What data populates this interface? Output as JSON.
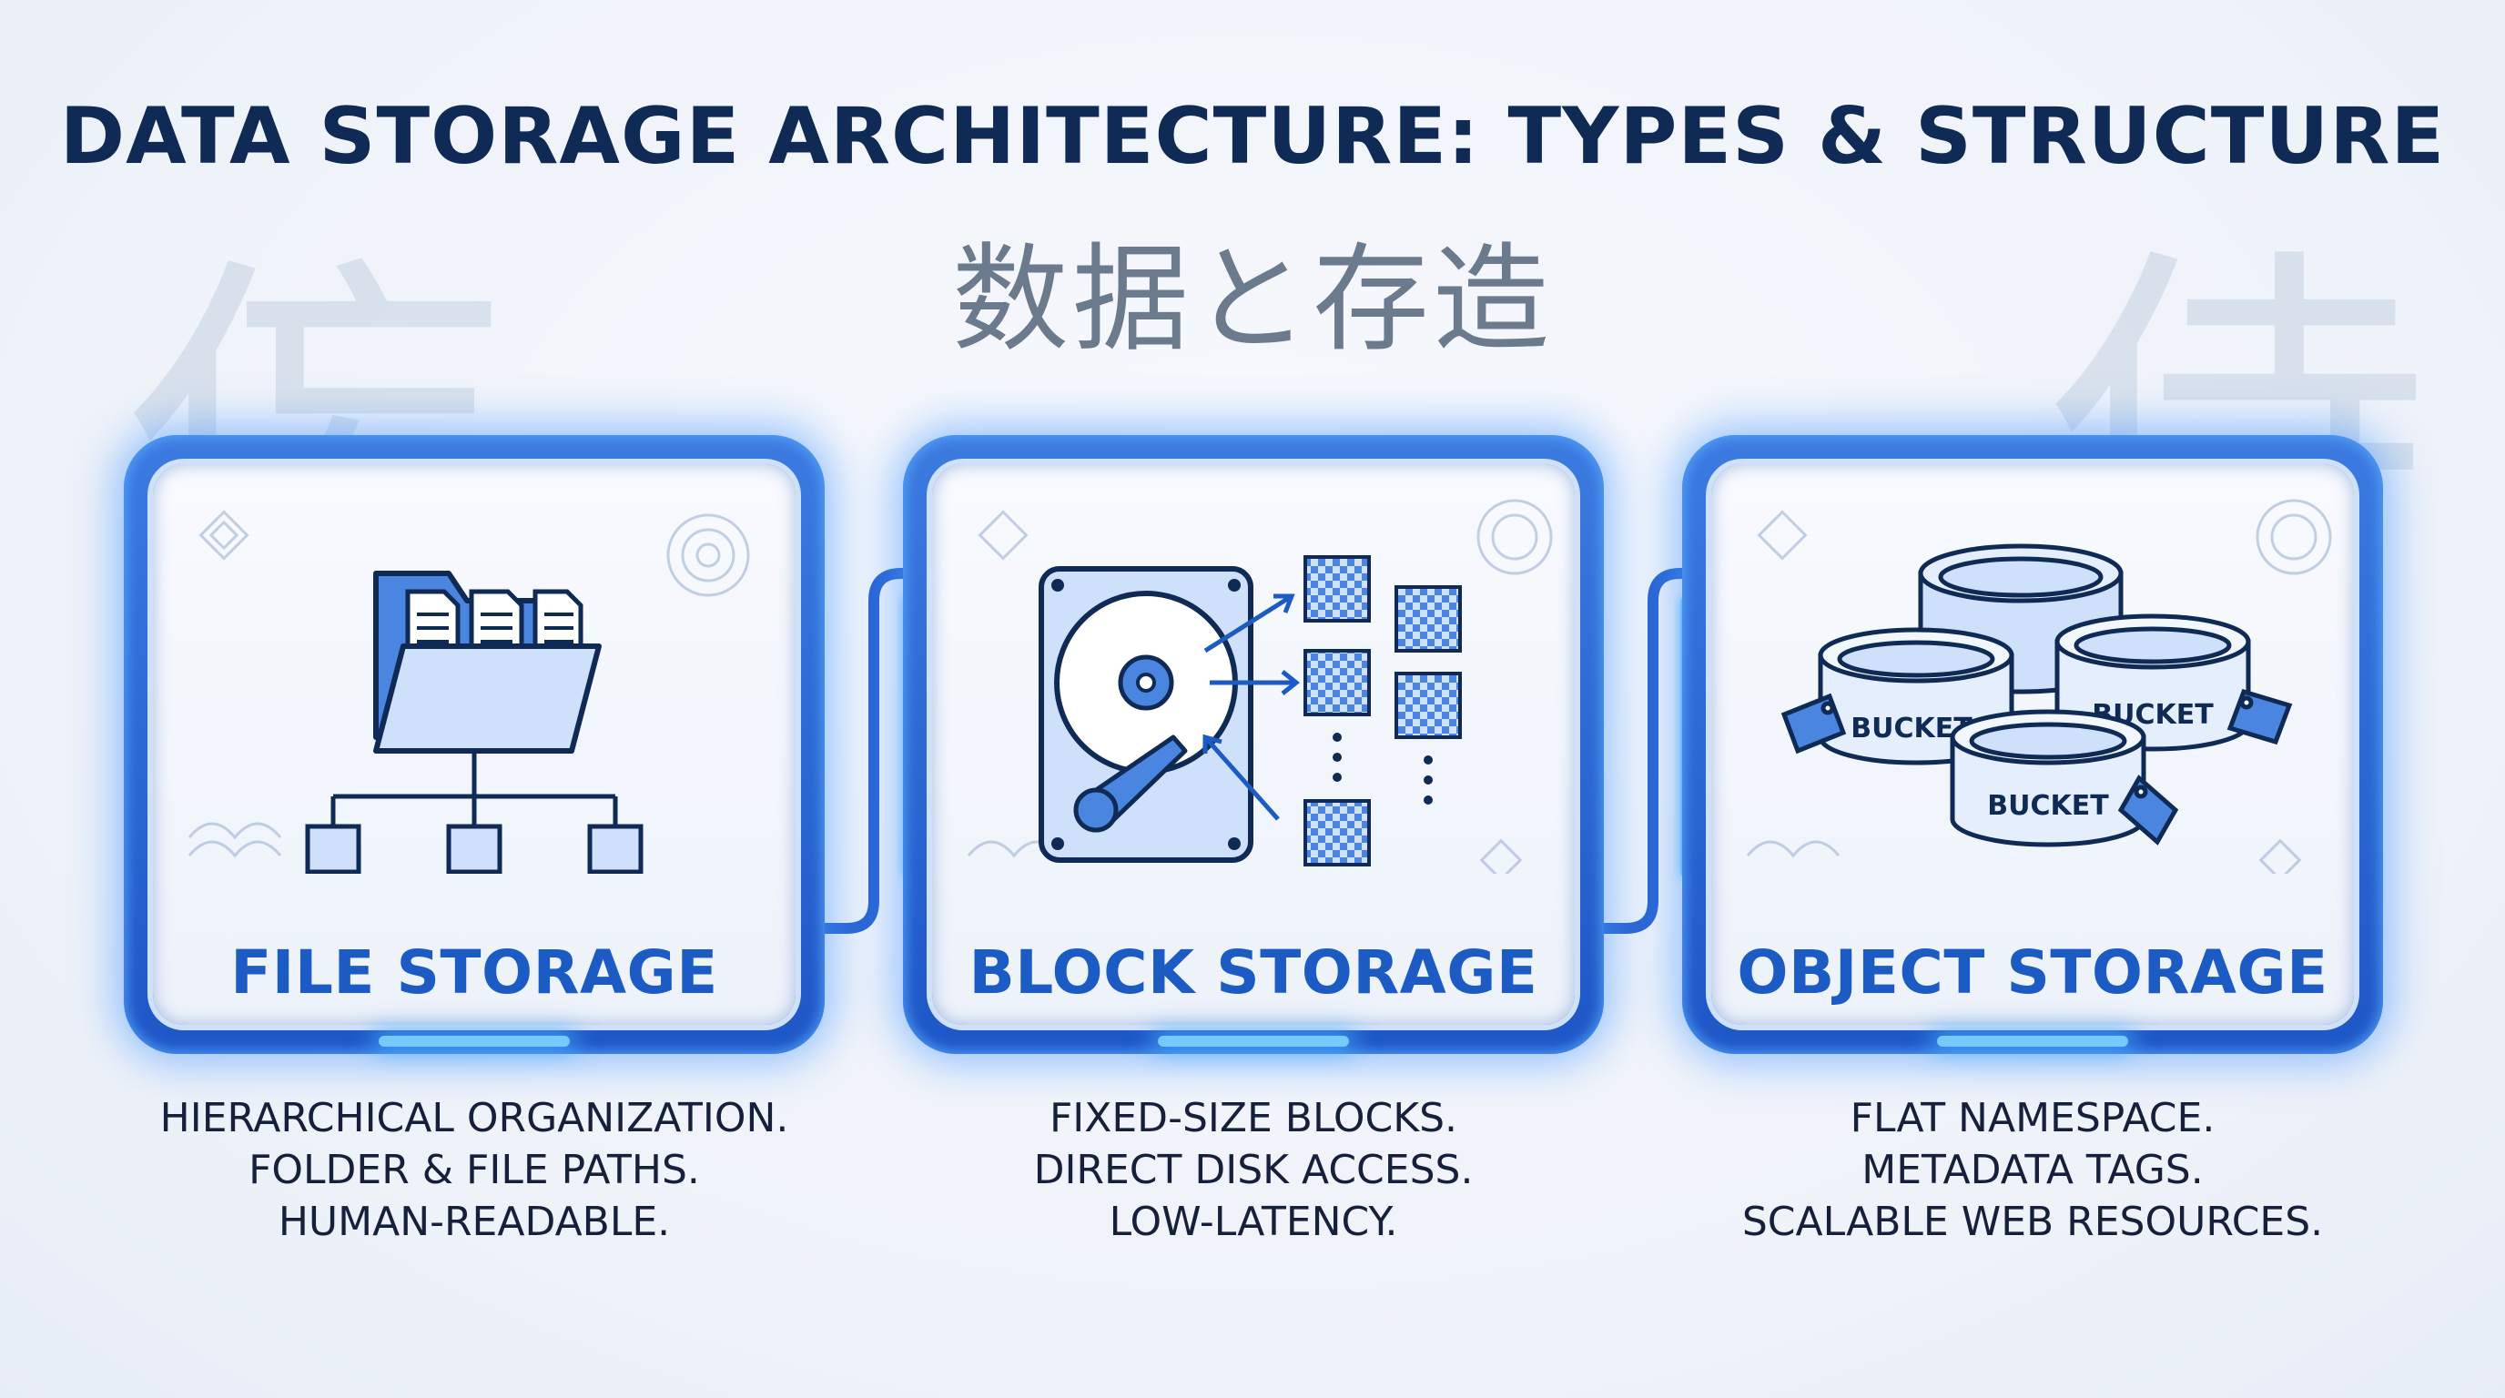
{
  "title": "DATA STORAGE ARCHITECTURE: TYPES & STRUCTURE",
  "subtitle": "数据と存造",
  "background_glyphs": [
    "侫",
    "侍"
  ],
  "colors": {
    "title": "#0f2a55",
    "subtitle": "#6c7a8e",
    "accent": "#1c5bc4",
    "frame": "#2a64d2",
    "icon_fill": "#4a86e0",
    "icon_light": "#cfe0fb",
    "icon_stroke": "#0f2a55"
  },
  "cards": [
    {
      "label": "FILE STORAGE",
      "icon": "folder-hierarchy-icon",
      "description": [
        "HIERARCHICAL ORGANIZATION.",
        "FOLDER & FILE PATHS.",
        "HUMAN-READABLE."
      ]
    },
    {
      "label": "BLOCK STORAGE",
      "icon": "hard-drive-blocks-icon",
      "description": [
        "FIXED-SIZE BLOCKS.",
        "DIRECT DISK ACCESS.",
        "LOW-LATENCY."
      ]
    },
    {
      "label": "OBJECT STORAGE",
      "icon": "buckets-icon",
      "bucket_labels": [
        "BUCKET",
        "BUCKET",
        "BUCKET"
      ],
      "description": [
        "FLAT NAMESPACE.",
        "METADATA TAGS.",
        "SCALABLE WEB RESOURCES."
      ]
    }
  ]
}
